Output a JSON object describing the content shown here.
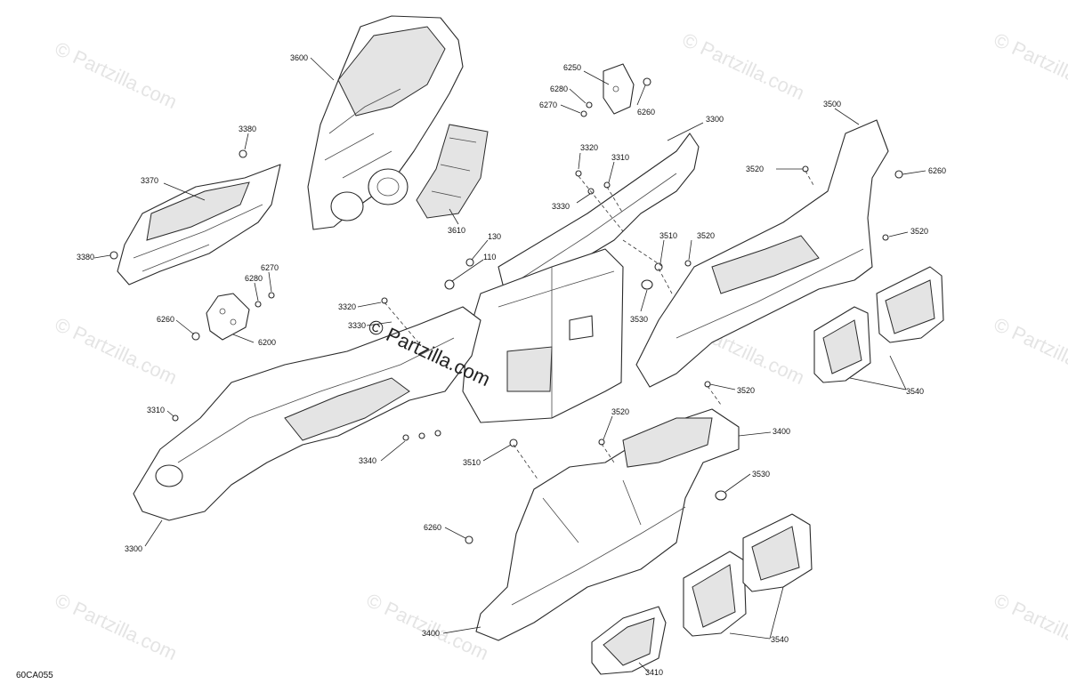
{
  "watermark": "© Partzilla.com",
  "diagram_code": "60CA055",
  "callouts": {
    "c3600": "3600",
    "c3380a": "3380",
    "c3370": "3370",
    "c3380b": "3380",
    "c6270a": "6270",
    "c6280a": "6280",
    "c6260a": "6260",
    "c6200": "6200",
    "c3610": "3610",
    "c6250": "6250",
    "c6280b": "6280",
    "c6270b": "6270",
    "c6260b": "6260",
    "c3300a": "3300",
    "c3320a": "3320",
    "c3310a": "3310",
    "c3330a": "3330",
    "c130": "130",
    "c110": "110",
    "c3320b": "3320",
    "c3330b": "3330",
    "c3510a": "3510",
    "c3520a": "3520",
    "c3530a": "3530",
    "c3500": "3500",
    "c3520b": "3520",
    "c6260c": "6260",
    "c3520c": "3520",
    "c3540a": "3540",
    "c3520d": "3520",
    "c3310b": "3310",
    "c3340": "3340",
    "c3510b": "3510",
    "c3520e": "3520",
    "c3400a": "3400",
    "c3530b": "3530",
    "c3300b": "3300",
    "c6260d": "6260",
    "c3400b": "3400",
    "c3540b": "3540",
    "c3410": "3410"
  }
}
